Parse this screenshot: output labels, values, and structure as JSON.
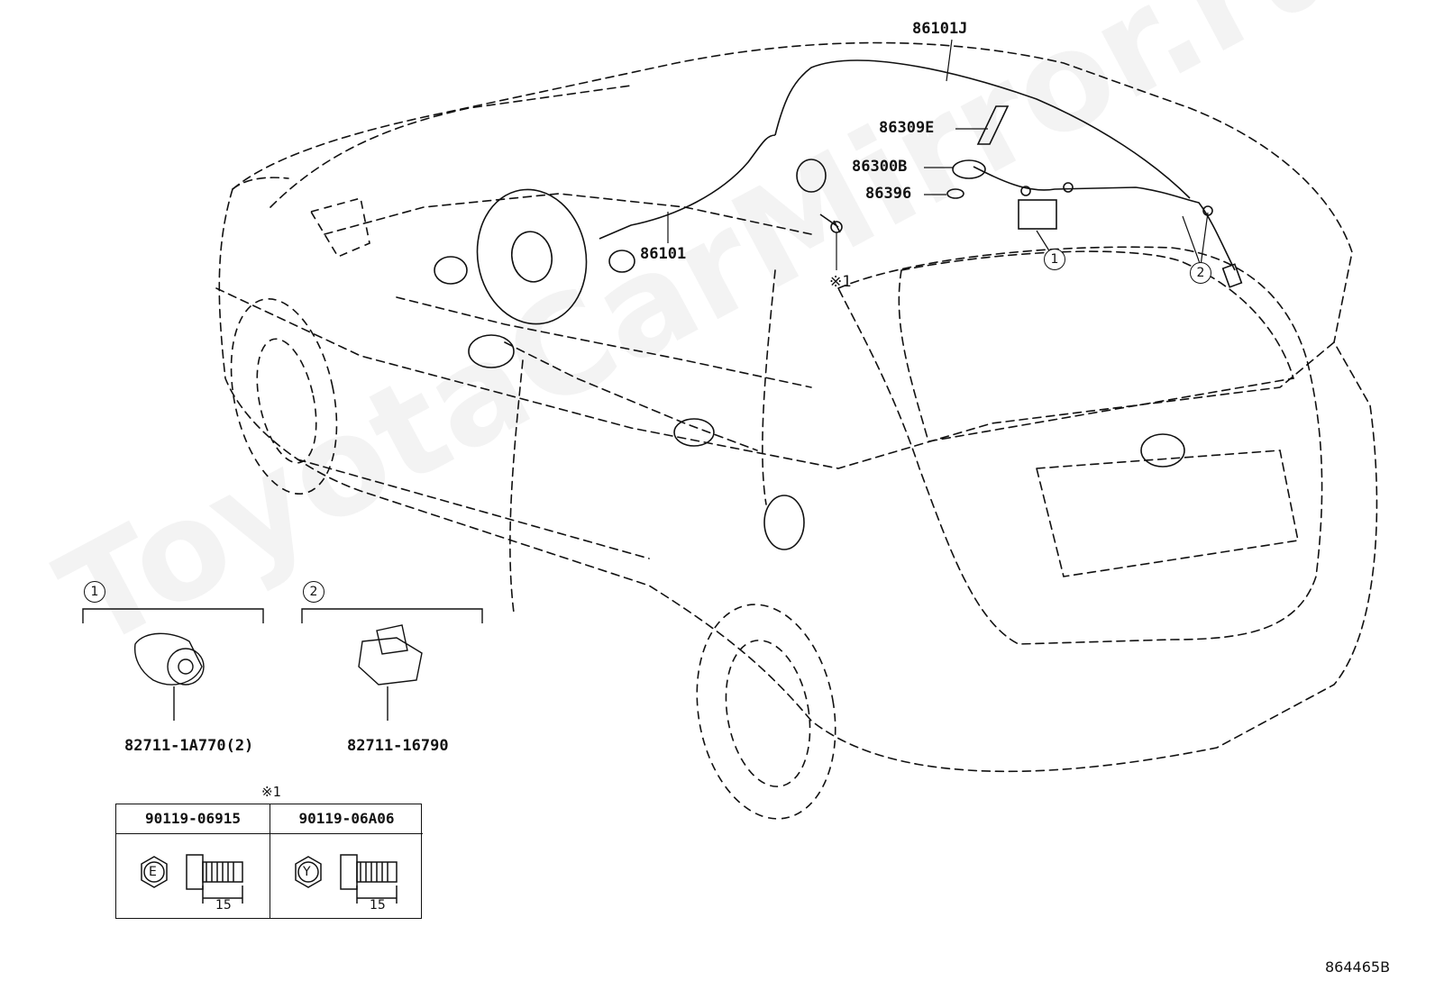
{
  "watermark": "ToyotaCarMirror.ru",
  "labels": {
    "p86101J": "86101J",
    "p86309E": "86309E",
    "p86300B": "86300B",
    "p86396": "86396",
    "p86101": "86101",
    "ref1": "※1",
    "c1": "1",
    "c2": "2"
  },
  "detail_1": {
    "callout": "1",
    "part": "82711-1A770(2)"
  },
  "detail_2": {
    "callout": "2",
    "part": "82711-16790"
  },
  "fastener_table": {
    "ref": "※1",
    "left": {
      "part": "90119-06915",
      "letter": "E",
      "length": "15"
    },
    "right": {
      "part": "90119-06A06",
      "letter": "Y",
      "length": "15"
    }
  },
  "diagram_id": "864465B",
  "colors": {
    "line": "#111111",
    "watermark": "#bebebe"
  }
}
